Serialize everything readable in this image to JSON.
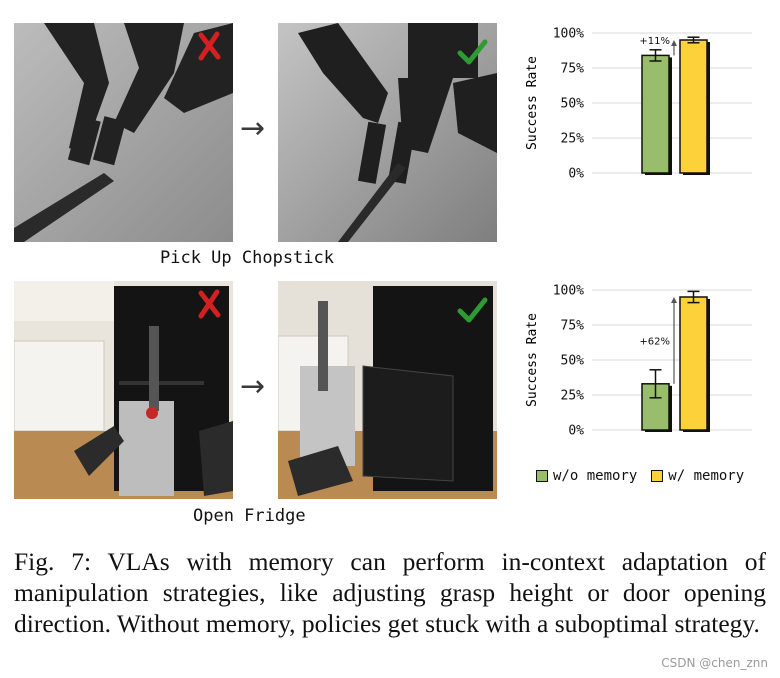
{
  "rows": [
    {
      "task_label": "Pick Up Chopstick"
    },
    {
      "task_label": "Open Fridge"
    }
  ],
  "arrow_glyph": "→",
  "mark_colors": {
    "fail": "#d42020",
    "success": "#2e9b32"
  },
  "chart_data": [
    {
      "type": "bar",
      "title": "",
      "xlabel": "",
      "ylabel": "Success Rate",
      "ylim": [
        0,
        100
      ],
      "yticks": [
        "0%",
        "25%",
        "50%",
        "75%",
        "100%"
      ],
      "grid": true,
      "series": [
        {
          "name": "w/o memory",
          "value": 84,
          "error": 4,
          "color": "#98bd6c"
        },
        {
          "name": "w/ memory",
          "value": 95,
          "error": 2,
          "color": "#fdd13a"
        }
      ],
      "annotation": "+11%"
    },
    {
      "type": "bar",
      "title": "",
      "xlabel": "",
      "ylabel": "Success Rate",
      "ylim": [
        0,
        100
      ],
      "yticks": [
        "0%",
        "25%",
        "50%",
        "75%",
        "100%"
      ],
      "grid": true,
      "series": [
        {
          "name": "w/o memory",
          "value": 33,
          "error": 10,
          "color": "#98bd6c"
        },
        {
          "name": "w/ memory",
          "value": 95,
          "error": 4,
          "color": "#fdd13a"
        }
      ],
      "annotation": "+62%"
    }
  ],
  "legend": {
    "items": [
      {
        "label": "w/o memory",
        "color": "#98bd6c"
      },
      {
        "label": "w/ memory",
        "color": "#fdd13a"
      }
    ]
  },
  "caption": "Fig. 7: VLAs with memory can perform in-context adaptation of manipulation strategies, like adjusting grasp height or door opening direction. Without memory, policies get stuck with a suboptimal strategy.",
  "watermark": "CSDN @chen_znn"
}
